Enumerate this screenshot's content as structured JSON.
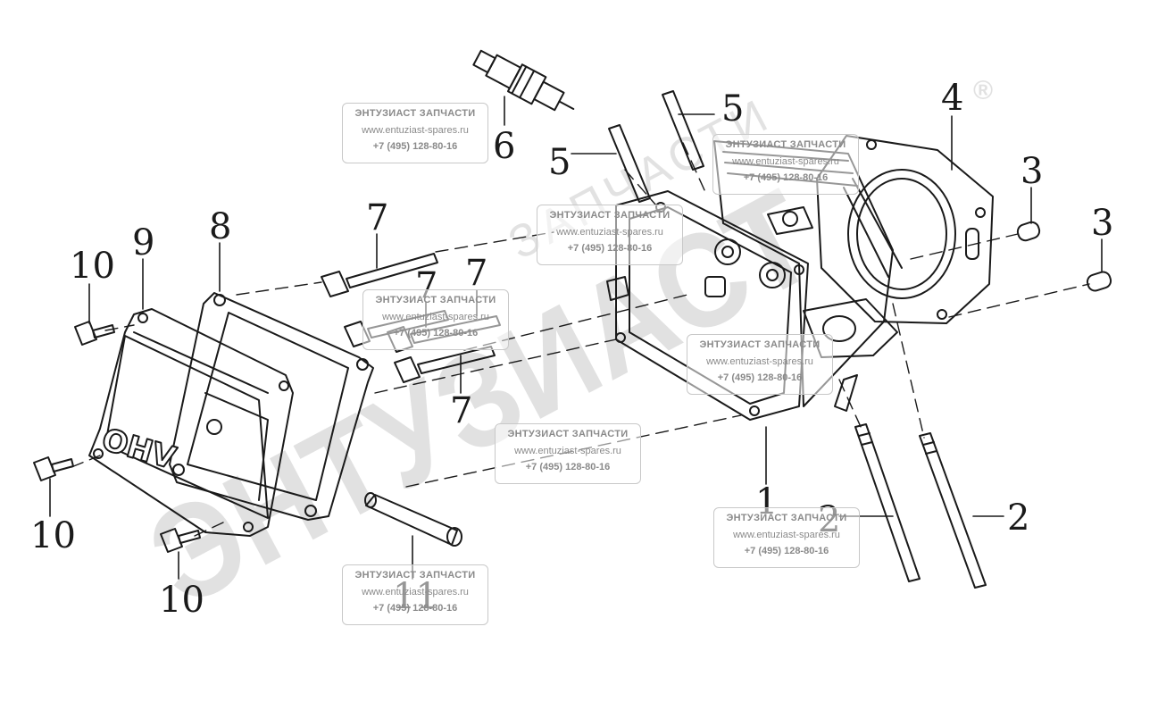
{
  "brand_watermark": {
    "main": "ЭНТУЗИАСТ",
    "sub": "ЗАПЧАСТИ",
    "mark": "®"
  },
  "cover_logo": "OHV",
  "watermark": {
    "line1": "ЭНТУЗИАСТ ЗАПЧАСТИ",
    "line2": "www.entuziast-spares.ru",
    "line3": "+7 (495) 128-80-16"
  },
  "callouts": {
    "c1": "1",
    "c2a": "2",
    "c2b": "2",
    "c3a": "3",
    "c3b": "3",
    "c4": "4",
    "c5a": "5",
    "c5b": "5",
    "c6": "6",
    "c7a": "7",
    "c7b": "7",
    "c7c": "7",
    "c7d": "7",
    "c8": "8",
    "c9": "9",
    "c10a": "10",
    "c10b": "10",
    "c10c": "10",
    "c11": "11"
  }
}
